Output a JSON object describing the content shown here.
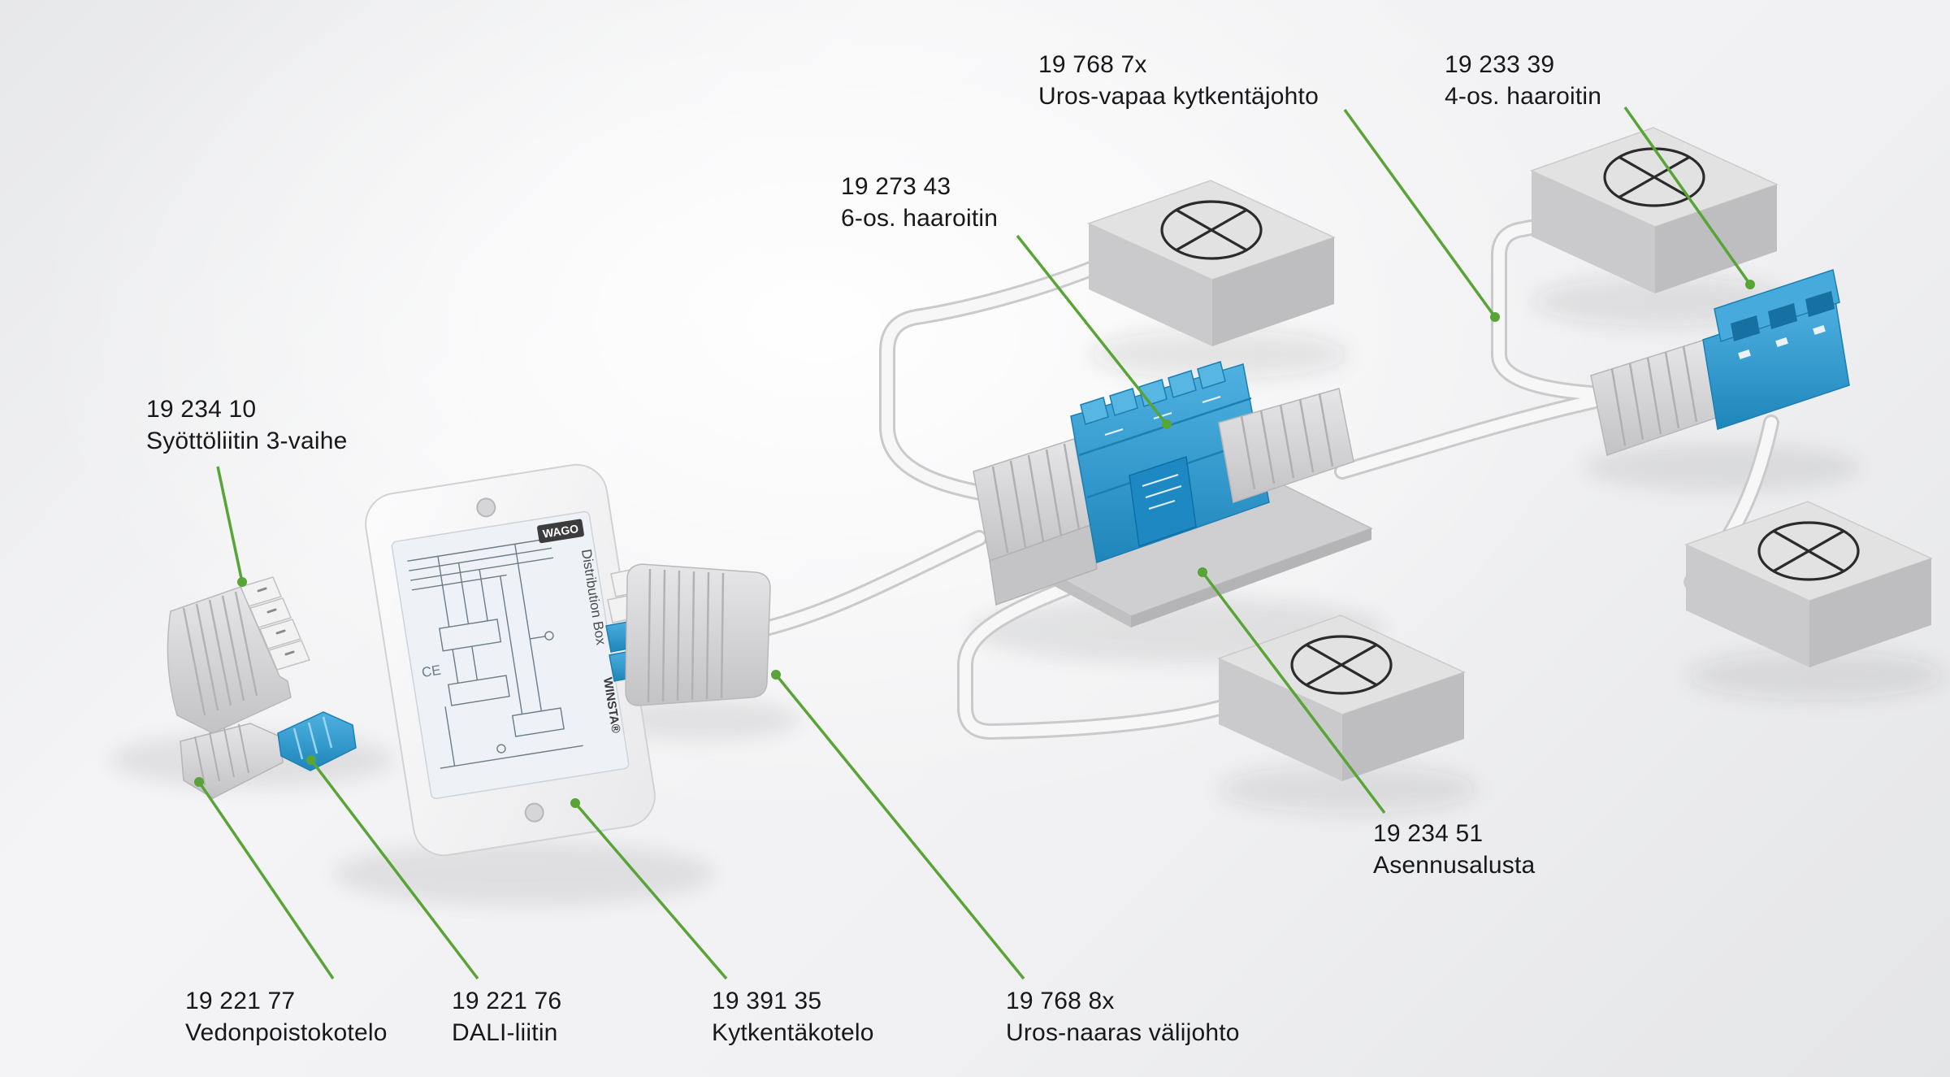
{
  "colors": {
    "leader_green": "#58a436",
    "connector_blue": "#2d9fd8",
    "cable_white": "#f7f7f8",
    "background_gray": "#ededef"
  },
  "labels": {
    "supply": {
      "part": "19 234 10",
      "name": "Syöttöliitin 3-vaihe"
    },
    "male_free_cable": {
      "part": "19 768 7x",
      "name": "Uros-vapaa kytkentäjohto"
    },
    "splitter_4way": {
      "part": "19 233 39",
      "name": "4-os. haaroitin"
    },
    "splitter_6way": {
      "part": "19 273 43",
      "name": "6-os. haaroitin"
    },
    "mounting_plate": {
      "part": "19 234 51",
      "name": "Asennusalusta"
    },
    "strain_relief_box": {
      "part": "19 221 77",
      "name": "Vedonpoistokotelo"
    },
    "dali_connector": {
      "part": "19 221 76",
      "name": "DALI-liitin"
    },
    "connection_box": {
      "part": "19 391 35",
      "name": "Kytkentäkotelo"
    },
    "male_female_cable": {
      "part": "19 768 8x",
      "name": "Uros-naaras välijohto"
    }
  },
  "distribution_box": {
    "brand": "WAGO",
    "label_title": "Distribution Box",
    "series": "WINSTA®",
    "ce_mark": "CE"
  }
}
